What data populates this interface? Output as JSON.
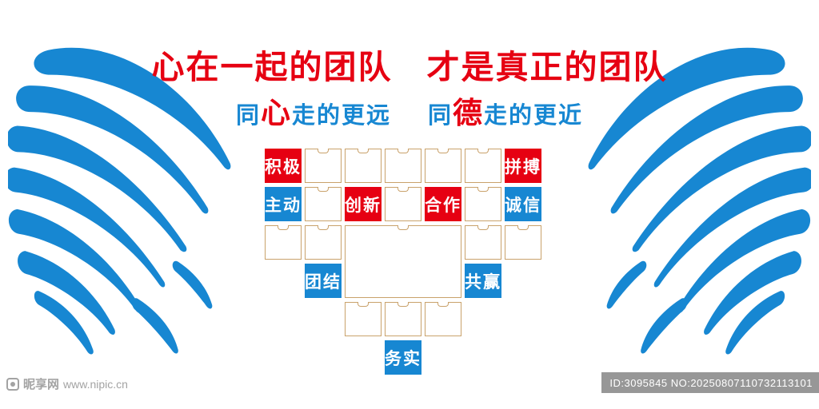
{
  "title": "心在一起的团队　才是真正的团队",
  "subtitle": {
    "p1": "同",
    "a1": "心",
    "p2": "走的更远",
    "p3": "同",
    "a2": "德",
    "p4": "走的更近"
  },
  "colors": {
    "red": "#e60012",
    "blue": "#1787d2",
    "frame_border": "#c9a26b",
    "watermark_gray": "#a3a3a3",
    "idbar_bg": "#7d7d7d"
  },
  "grid": {
    "cells": [
      {
        "col": 1,
        "row": 1,
        "type": "label",
        "label": "积极",
        "color": "red"
      },
      {
        "col": 2,
        "row": 1,
        "type": "frame"
      },
      {
        "col": 3,
        "row": 1,
        "type": "frame"
      },
      {
        "col": 4,
        "row": 1,
        "type": "frame"
      },
      {
        "col": 5,
        "row": 1,
        "type": "frame"
      },
      {
        "col": 6,
        "row": 1,
        "type": "frame"
      },
      {
        "col": 7,
        "row": 1,
        "type": "label",
        "label": "拼搏",
        "color": "red"
      },
      {
        "col": 1,
        "row": 2,
        "type": "label",
        "label": "主动",
        "color": "blue"
      },
      {
        "col": 2,
        "row": 2,
        "type": "frame"
      },
      {
        "col": 3,
        "row": 2,
        "type": "label",
        "label": "创新",
        "color": "red"
      },
      {
        "col": 4,
        "row": 2,
        "type": "frame"
      },
      {
        "col": 5,
        "row": 2,
        "type": "label",
        "label": "合作",
        "color": "red"
      },
      {
        "col": 6,
        "row": 2,
        "type": "frame"
      },
      {
        "col": 7,
        "row": 2,
        "type": "label",
        "label": "诚信",
        "color": "blue"
      },
      {
        "col": 1,
        "row": 3,
        "type": "frame"
      },
      {
        "col": 2,
        "row": 3,
        "type": "frame"
      },
      {
        "col": 3,
        "row": 3,
        "colspan": 3,
        "rowspan": 2,
        "type": "frame"
      },
      {
        "col": 6,
        "row": 3,
        "type": "frame"
      },
      {
        "col": 7,
        "row": 3,
        "type": "frame"
      },
      {
        "col": 2,
        "row": 4,
        "type": "label",
        "label": "团结",
        "color": "blue"
      },
      {
        "col": 6,
        "row": 4,
        "type": "label",
        "label": "共赢",
        "color": "blue"
      },
      {
        "col": 3,
        "row": 5,
        "type": "frame"
      },
      {
        "col": 4,
        "row": 5,
        "type": "frame"
      },
      {
        "col": 5,
        "row": 5,
        "type": "frame"
      },
      {
        "col": 4,
        "row": 6,
        "type": "label",
        "label": "务实",
        "color": "blue"
      }
    ]
  },
  "watermark": {
    "site_name": "昵享网",
    "site_url": "www.nipic.cn",
    "id_text": "ID:3095845 NO:20250807110732113101"
  }
}
